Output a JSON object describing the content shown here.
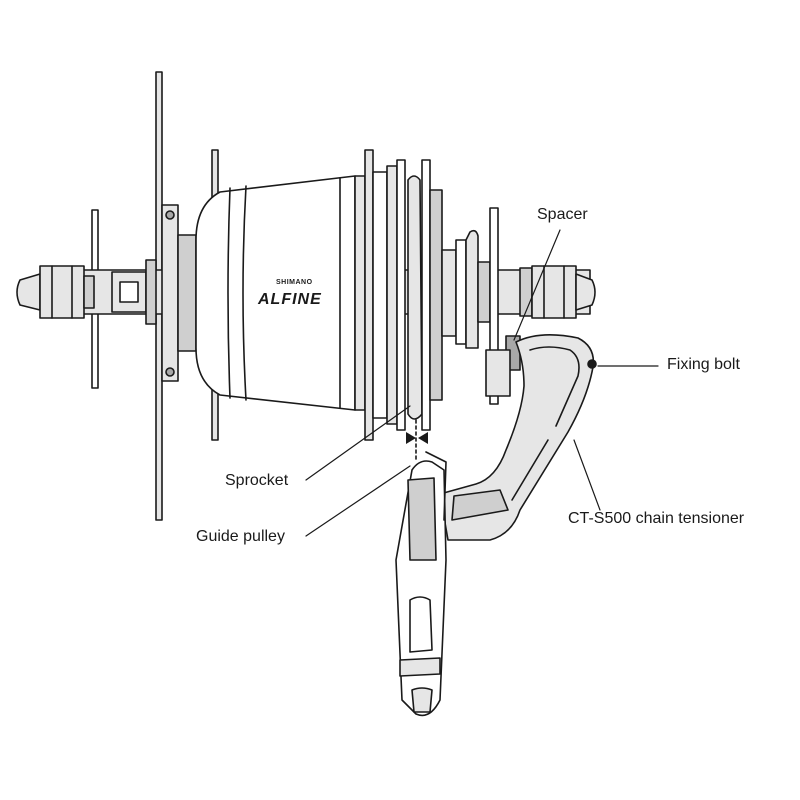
{
  "hub": {
    "brand": "SHIMANO",
    "model": "ALFINE"
  },
  "labels": {
    "spacer": "Spacer",
    "fixing_bolt": "Fixing bolt",
    "sprocket": "Sprocket",
    "guide_pulley": "Guide pulley",
    "tensioner": "CT-S500 chain tensioner"
  },
  "colors": {
    "outline": "#1a1a1a",
    "fill_light": "#e6e6e6",
    "fill_mid": "#cfcfcf",
    "fill_dark": "#a8a8a8"
  }
}
